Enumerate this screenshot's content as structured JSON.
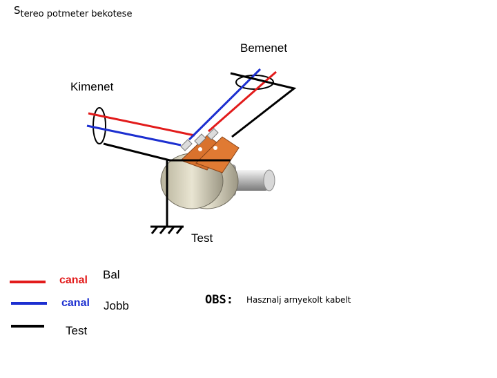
{
  "title": {
    "first": "S",
    "rest": "tereo potmeter bekotese"
  },
  "labels": {
    "input": "Bemenet",
    "output": "Kimenet",
    "ground": "Test"
  },
  "legend": [
    {
      "canal": "canal",
      "name": "Bal",
      "color": "#e21b1b"
    },
    {
      "canal": "canal",
      "name": "Jobb",
      "color": "#1c2fd0"
    },
    {
      "canal": "",
      "name": "Test",
      "color": "#000000"
    }
  ],
  "obs": {
    "key": "OBS:",
    "text": "Hasznalj arnyekolt kabelt"
  }
}
